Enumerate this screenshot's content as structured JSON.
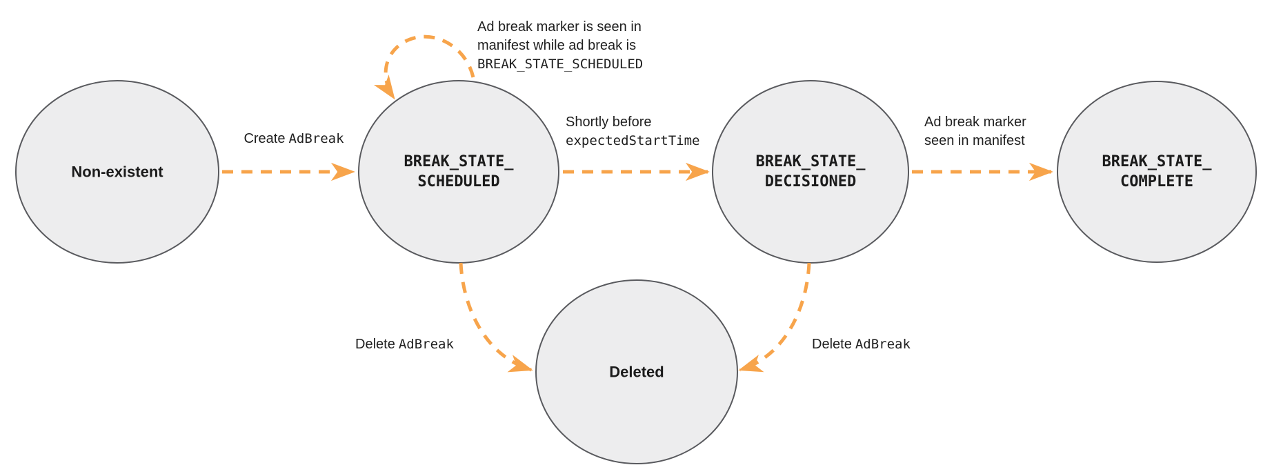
{
  "diagram": {
    "colors": {
      "arrow_orange": "#F7A44B",
      "node_fill": "#EDEDEE",
      "node_border": "#595A5E",
      "text": "#1F1F1F"
    },
    "nodes": [
      {
        "id": "non-existent",
        "label": "Non-existent"
      },
      {
        "id": "break-state-scheduled",
        "line1": "BREAK_STATE_",
        "line2": "SCHEDULED"
      },
      {
        "id": "break-state-decisioned",
        "line1": "BREAK_STATE_",
        "line2": "DECISIONED"
      },
      {
        "id": "break-state-complete",
        "line1": "BREAK_STATE_",
        "line2": "COMPLETE"
      },
      {
        "id": "deleted",
        "label": "Deleted"
      }
    ],
    "edges": {
      "create": {
        "plain": "Create",
        "code": "AdBreak"
      },
      "self_loop": {
        "line1": "Ad break marker is seen in",
        "line2": "manifest while ad break is",
        "code": "BREAK_STATE_SCHEDULED"
      },
      "shortly": {
        "plain": "Shortly before",
        "code": "expectedStartTime"
      },
      "marker_seen": {
        "line1": "Ad break marker",
        "line2": "seen in manifest"
      },
      "delete_left": {
        "plain": "Delete",
        "code": "AdBreak"
      },
      "delete_right": {
        "plain": "Delete",
        "code": "AdBreak"
      }
    }
  }
}
